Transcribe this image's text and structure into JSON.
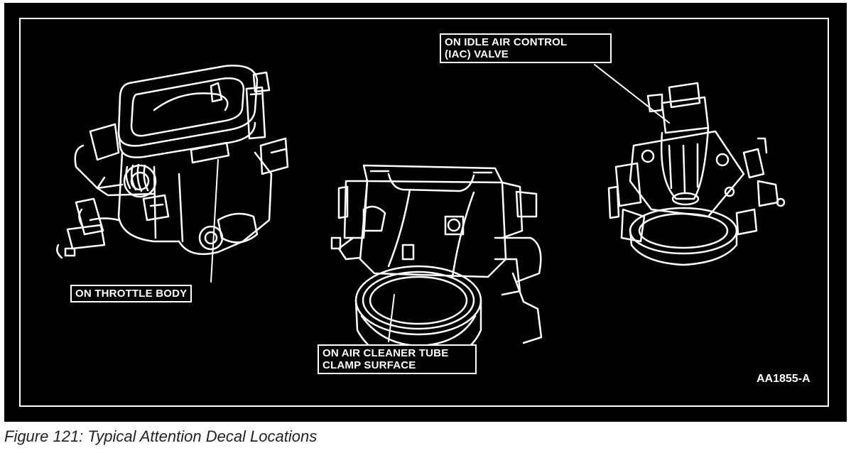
{
  "callouts": {
    "iac_valve": [
      "ON IDLE AIR CONTROL",
      "(IAC) VALVE"
    ],
    "throttle_body": [
      "ON THROTTLE BODY"
    ],
    "air_cleaner": [
      "ON AIR CLEANER TUBE",
      "CLAMP SURFACE"
    ]
  },
  "figure_code": "AA1855-A",
  "caption": "Figure 121: Typical Attention Decal Locations",
  "colors": {
    "background": "#000000",
    "line_art": "#ffffff",
    "page": "#ffffff"
  },
  "components": [
    "throttle-body-left",
    "throttle-body-center",
    "throttle-body-right"
  ]
}
